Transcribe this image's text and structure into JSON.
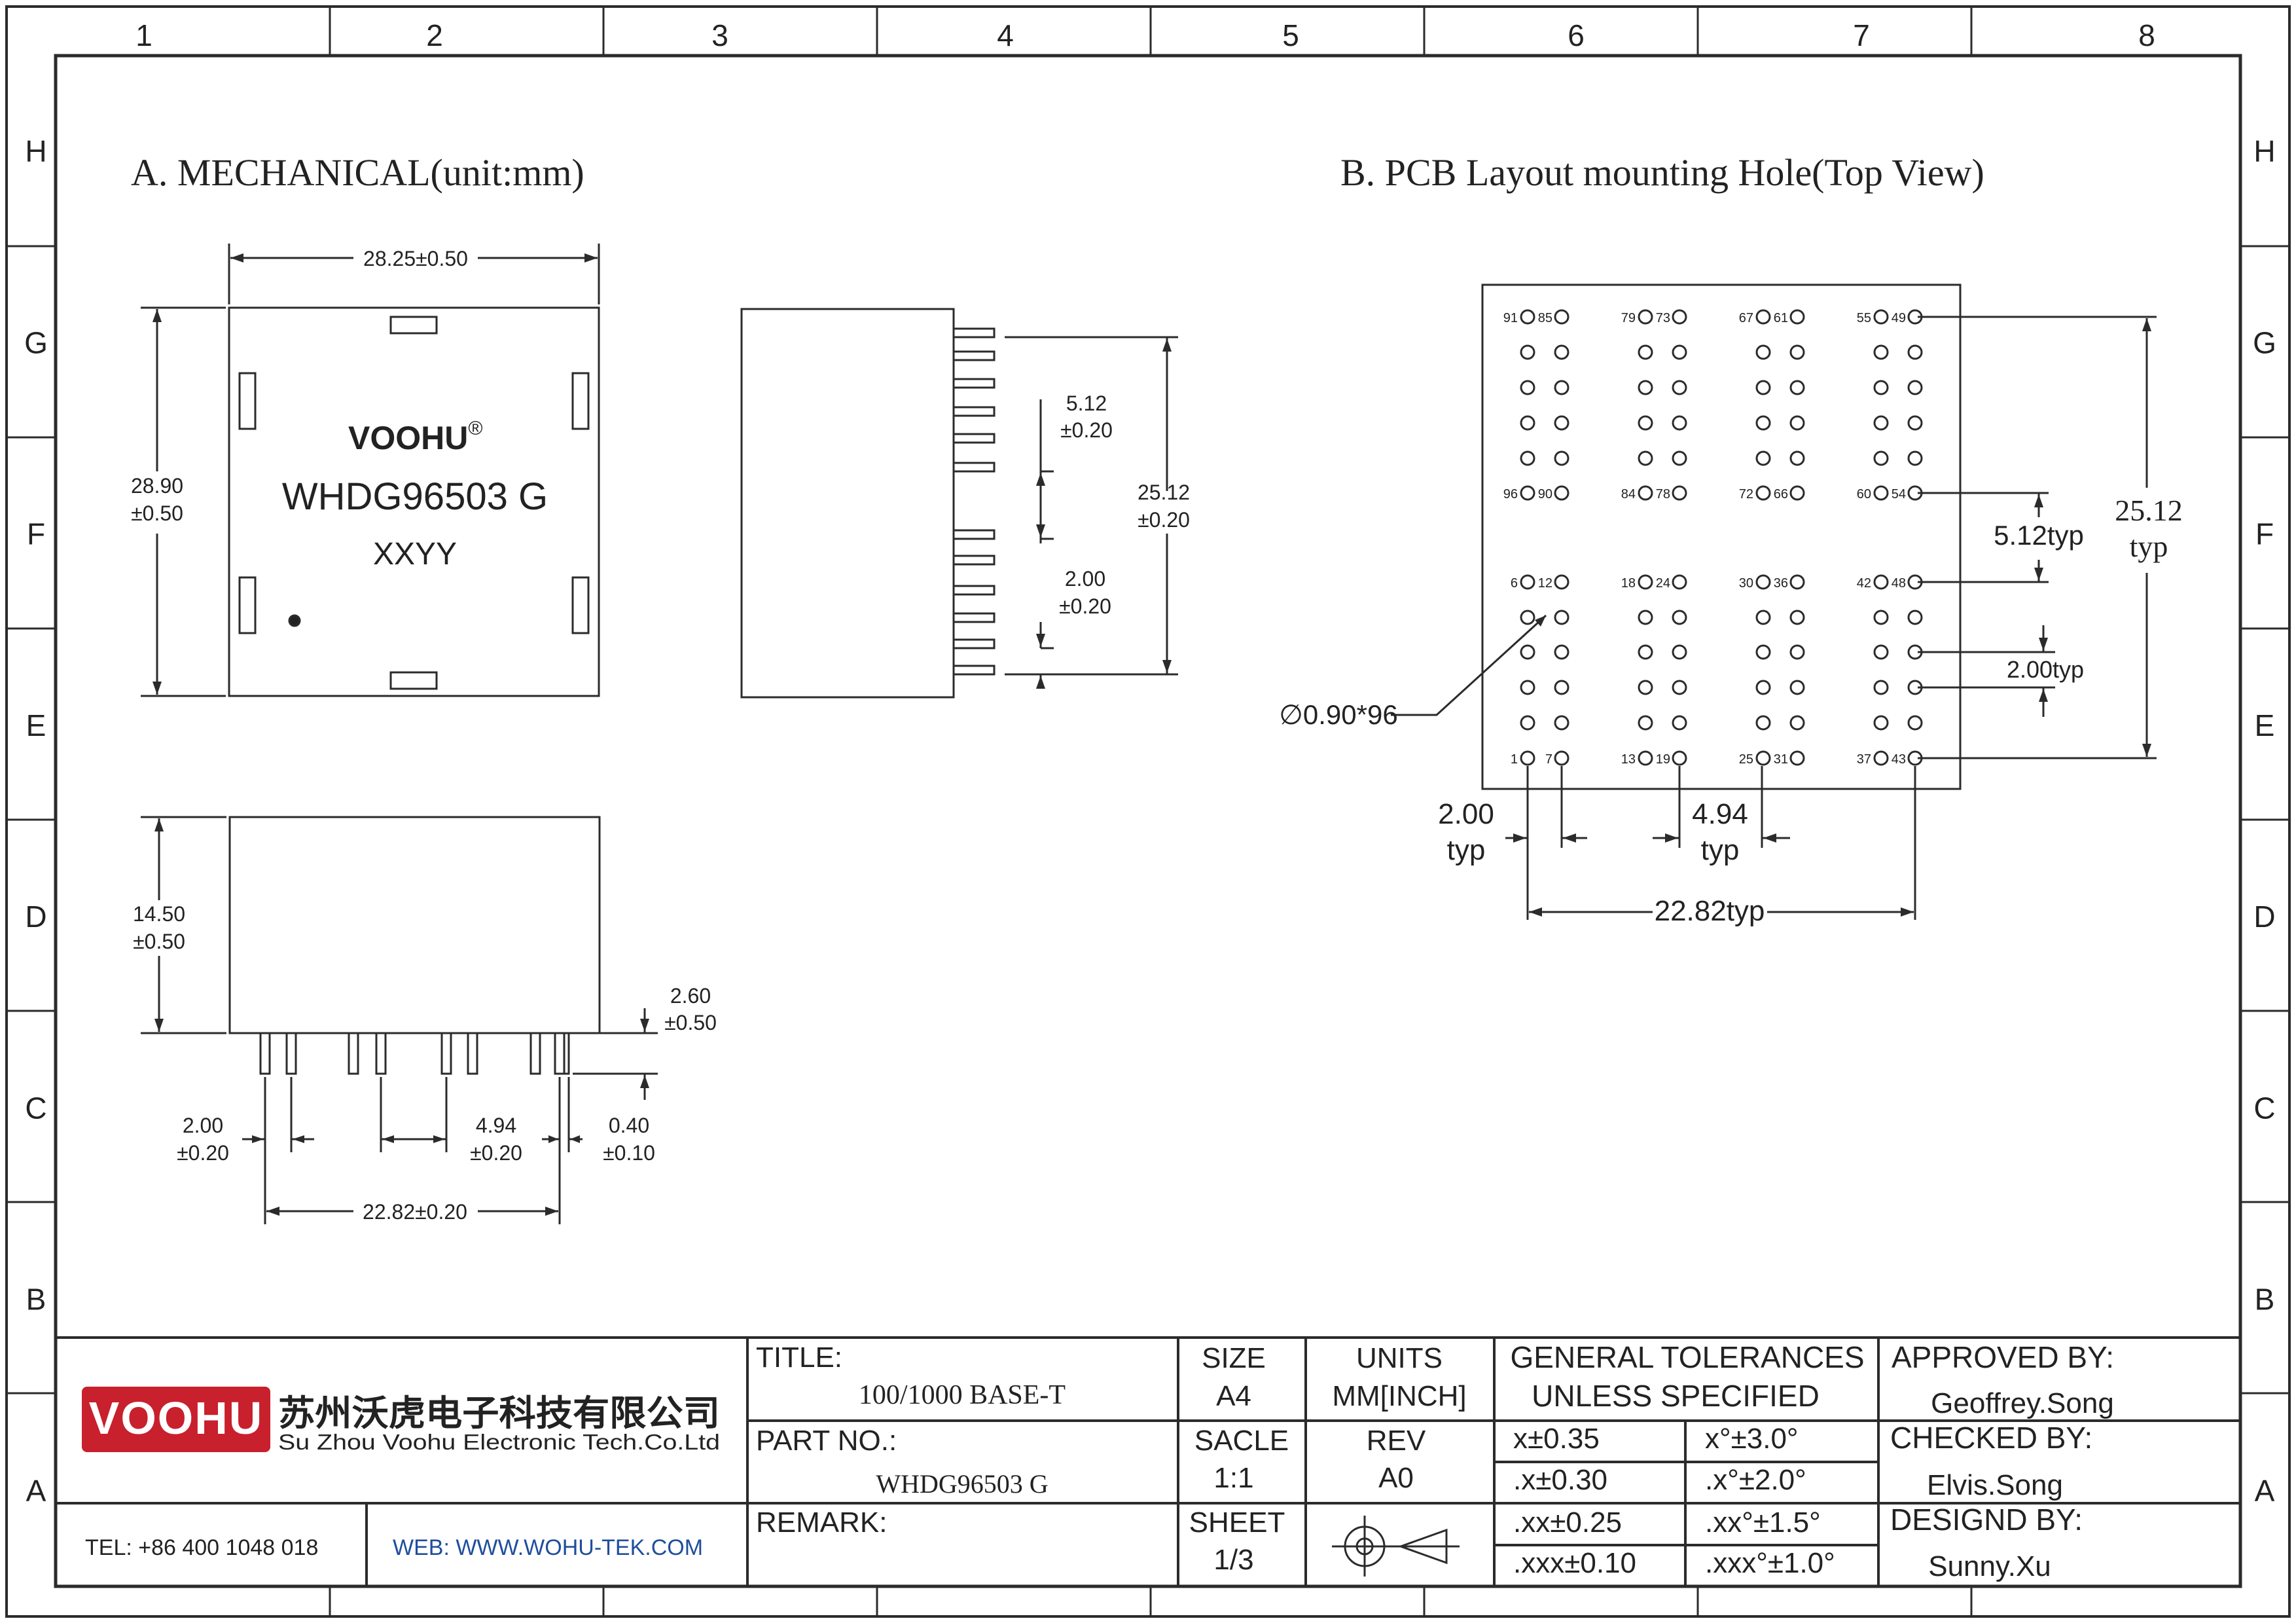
{
  "frame": {
    "columns": [
      "1",
      "2",
      "3",
      "4",
      "5",
      "6",
      "7",
      "8"
    ],
    "rows": [
      "H",
      "G",
      "F",
      "E",
      "D",
      "C",
      "B",
      "A"
    ]
  },
  "section_a": {
    "title": "A. MECHANICAL(unit:mm)",
    "top_view": {
      "brand": "VOOHU",
      "registered": "®",
      "part": "WHDG96503 G",
      "code": "XXYY",
      "width_dim": "28.25±0.50",
      "height_dim_1": "28.90",
      "height_dim_2": "±0.50"
    },
    "side_view": {
      "dim_a_1": "5.12",
      "dim_a_2": "±0.20",
      "dim_b_1": "25.12",
      "dim_b_2": "±0.20",
      "dim_c_1": "2.00",
      "dim_c_2": "±0.20"
    },
    "front_view": {
      "height_1": "14.50",
      "height_2": "±0.50",
      "pin_len_1": "2.60",
      "pin_len_2": "±0.50",
      "pitch_1": "2.00",
      "pitch_2": "±0.20",
      "group_1": "4.94",
      "group_2": "±0.20",
      "pin_w_1": "0.40",
      "pin_w_2": "±0.10",
      "total": "22.82±0.20"
    }
  },
  "section_b": {
    "title": "B. PCB Layout mounting Hole(Top View)",
    "hole_note": "∅0.90*96",
    "dim_group": "5.12typ",
    "dim_total_1": "25.12",
    "dim_total_2": "typ",
    "dim_pitch_right": "2.00typ",
    "dim_pitch_bottom_1": "2.00",
    "dim_pitch_bottom_2": "typ",
    "dim_col_1": "4.94",
    "dim_col_2": "typ",
    "dim_width": "22.82typ",
    "top_labels": [
      [
        "91",
        "85"
      ],
      [
        "79",
        "73"
      ],
      [
        "67",
        "61"
      ],
      [
        "55",
        "49"
      ]
    ],
    "mid_top_labels": [
      [
        "96",
        "90"
      ],
      [
        "84",
        "78"
      ],
      [
        "72",
        "66"
      ],
      [
        "60",
        "54"
      ]
    ],
    "mid_bottom_labels": [
      [
        "6",
        "12"
      ],
      [
        "18",
        "24"
      ],
      [
        "30",
        "36"
      ],
      [
        "42",
        "48"
      ]
    ],
    "bottom_labels": [
      [
        "1",
        "7"
      ],
      [
        "13",
        "19"
      ],
      [
        "25",
        "31"
      ],
      [
        "37",
        "43"
      ]
    ]
  },
  "title_block": {
    "company_cn": "苏州沃虎电子科技有限公司",
    "company_en": "Su Zhou Voohu Electronic Tech.Co.Ltd",
    "logo_text": "VOOHU",
    "tel": "TEL: +86 400 1048 018",
    "web": "WEB: WWW.WOHU-TEK.COM",
    "title_label": "TITLE:",
    "title_value": "100/1000 BASE-T",
    "part_label": "PART NO.:",
    "part_value": "WHDG96503 G",
    "remark_label": "REMARK:",
    "size_label": "SIZE",
    "size_value": "A4",
    "units_label": "UNITS",
    "units_value": "MM[INCH]",
    "scale_label": "SACLE",
    "scale_value": "1:1",
    "rev_label": "REV",
    "rev_value": "A0",
    "sheet_label": "SHEET",
    "sheet_value": "1/3",
    "tol_header_1": "GENERAL TOLERANCES",
    "tol_header_2": "UNLESS SPECIFIED",
    "tolerances": [
      [
        "x±0.35",
        "x°±3.0°"
      ],
      [
        ".x±0.30",
        ".x°±2.0°"
      ],
      [
        ".xx±0.25",
        ".xx°±1.5°"
      ],
      [
        ".xxx±0.10",
        ".xxx°±1.0°"
      ]
    ],
    "approved_label": "APPROVED BY:",
    "approved_value": "Geoffrey.Song",
    "checked_label": "CHECKED BY:",
    "checked_value": "Elvis.Song",
    "design_label": "DESIGND BY:",
    "design_value": "Sunny.Xu"
  },
  "colors": {
    "line": "#2b2b2b",
    "logo_red": "#c8202c",
    "web_blue": "#1f4e9c"
  }
}
